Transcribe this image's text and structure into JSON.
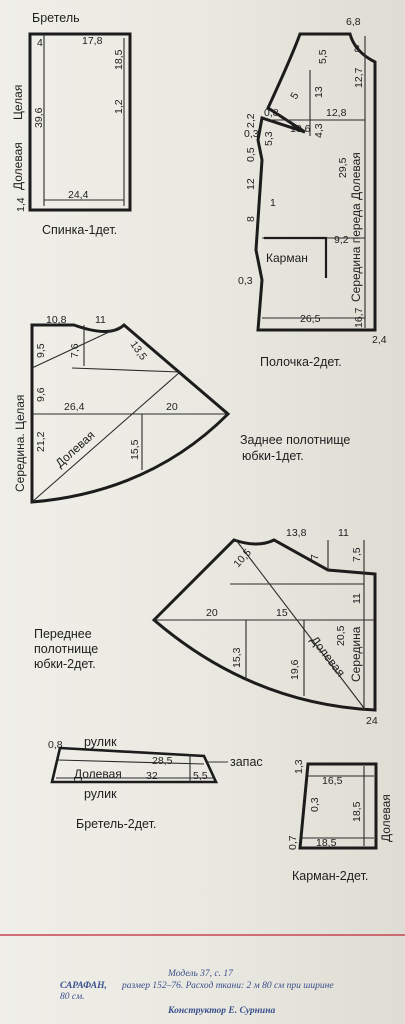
{
  "back": {
    "strap_label": "Бретель",
    "dims": {
      "a": "4",
      "b": "17,8",
      "c": "18,5",
      "d": "39,6",
      "e": "1,2",
      "f": "1,4",
      "g": "24,4"
    },
    "grain": "Долевая",
    "fold": "Целая",
    "name": "Спинка-1дет."
  },
  "front": {
    "dims": {
      "a": "6,8",
      "b": "8",
      "c": "5,5",
      "d": "5",
      "e": "2,2",
      "f": "0,8",
      "g": "0,3",
      "h": "5,3",
      "i": "10,6",
      "j": "4,3",
      "k": "13",
      "l": "12,8",
      "m": "12,7",
      "n": "0,5",
      "o": "12",
      "p": "1",
      "q": "29,5",
      "r": "8",
      "s": "9,2",
      "t": "0,3",
      "u": "26,5",
      "v": "16,7",
      "w": "2,4"
    },
    "pocket_label": "Карман",
    "center_label": "Середина переда Долевая",
    "name": "Полочка-2дет."
  },
  "back_skirt": {
    "dims": {
      "a": "10,8",
      "b": "11",
      "c": "9,5",
      "d": "7,6",
      "e": "13,5",
      "f": "9,6",
      "g": "26,4",
      "h": "20",
      "i": "21,2",
      "j": "15,5"
    },
    "side_label": "Середина. Целая",
    "grain": "Долевая",
    "name_line1": "Заднее полотнище",
    "name_line2": "юбки-1дет."
  },
  "front_skirt": {
    "dims": {
      "a": "13,8",
      "b": "11",
      "c": "10,5",
      "d": "7",
      "e": "7,5",
      "f": "20",
      "g": "15",
      "h": "15,3",
      "i": "19,6",
      "j": "20,5",
      "k": "11",
      "l": "24"
    },
    "grain": "Долевая",
    "center_label": "Середина",
    "name_line1": "Переднее",
    "name_line2": "полотнище",
    "name_line3": "юбки-2дет."
  },
  "strap": {
    "dims": {
      "a": "0,8",
      "b": "28,5",
      "c": "32",
      "d": "5,5"
    },
    "edge_top": "рулик",
    "edge_bottom": "рулик",
    "allowance": "запас",
    "grain": "Долевая",
    "name": "Бретель-2дет."
  },
  "pocket": {
    "dims": {
      "a": "1,3",
      "b": "16,5",
      "c": "0,3",
      "d": "18,5",
      "e": "0,7",
      "f": "18,5"
    },
    "grain": "Долевая",
    "name": "Карман-2дет."
  },
  "footer": {
    "line1": "Модель 37, с. 17",
    "line2_bold": "САРАФАН,",
    "line2": "размер 152–76. Расход ткани: 2 м 80 см при ширине",
    "line3": "80 см.",
    "line4": "Конструктор Е. Сурнина"
  },
  "colors": {
    "ink": "#1c1c1c",
    "paper": "#ecebe4",
    "footer_text": "#3a4f8c",
    "rule": "#c94454"
  }
}
